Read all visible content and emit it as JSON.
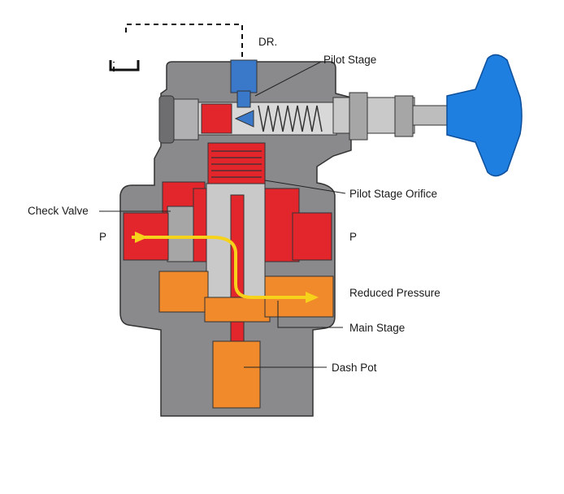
{
  "labels": {
    "drain": "DR.",
    "pilot_stage": "Pilot Stage",
    "pilot_stage_orifice": "Pilot Stage Orifice",
    "check_valve": "Check Valve",
    "port_left": "P",
    "port_right": "P",
    "reduced_pressure": "Reduced Pressure",
    "main_stage": "Main Stage",
    "dash_pot": "Dash Pot"
  },
  "colors": {
    "body": "#8a8a8c",
    "high_pressure": "#e3252c",
    "reduced_pressure": "#f08a2a",
    "drain": "#3a79c9",
    "handle": "#1f7fe0",
    "flow_arrow": "#f7d21a"
  }
}
